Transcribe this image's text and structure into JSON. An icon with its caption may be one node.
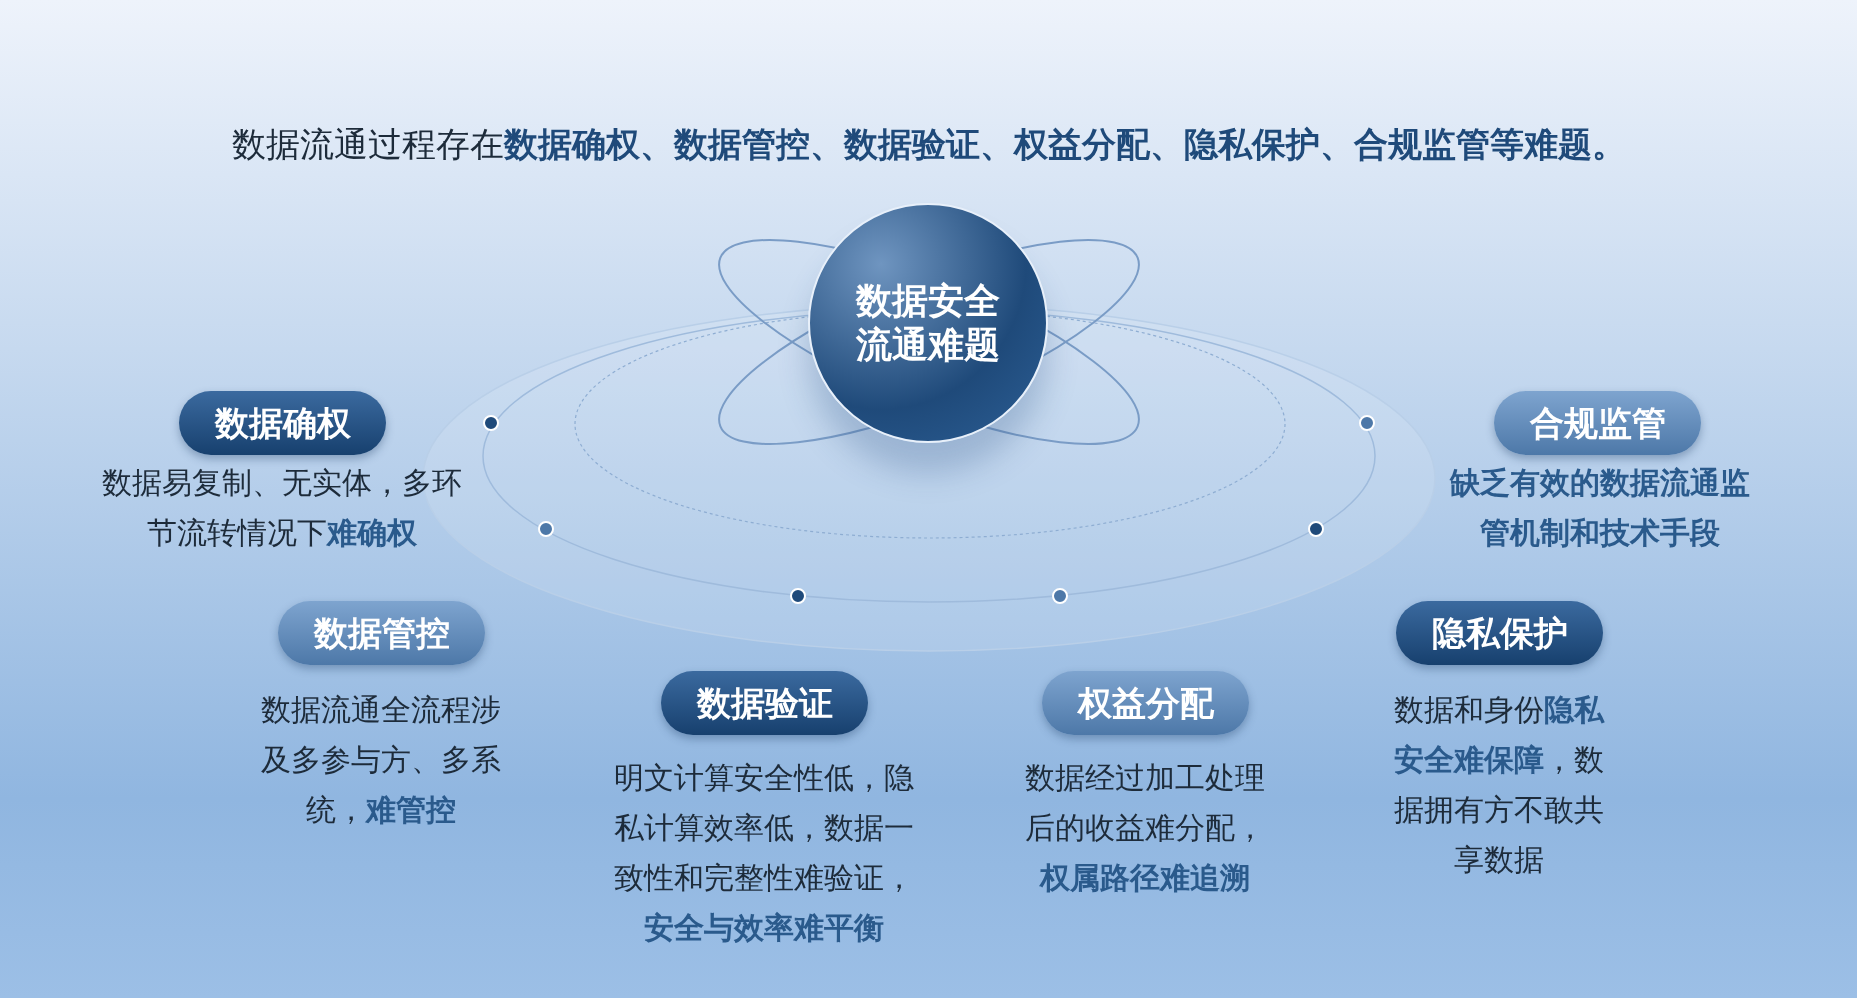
{
  "diagram": {
    "title": "数据流通过程存在**数据确权、数据管控、数据验证、权益分配、隐私保护、合规监管等难题。**",
    "nodes": [
      {
        "text": [
          "数据安全流通难题"
        ]
      },
      {
        "text": [
          "数据确权"
        ],
        "beside": [
          "数据易复制、无实体，多环节流转情况下**难确权**"
        ]
      },
      {
        "text": [
          "合规监管"
        ],
        "beside": [
          "缺乏有效的数据流通监管机制和技术手段"
        ]
      },
      {
        "text": [
          "数据管控"
        ],
        "beside": [
          "数据流通全流程涉及多参与方、多系统，**难管控**"
        ]
      },
      {
        "text": [
          "隐私保护"
        ],
        "beside": [
          "数据和身份**隐私安全难保障**，数据拥有方不敢共享数据"
        ]
      },
      {
        "text": [
          "数据验证"
        ],
        "beside": [
          "明文计算安全性低，隐私计算效率低，数据一致性和完整性难验证，**安全与效率难平衡**"
        ]
      },
      {
        "text": [
          "权益分配"
        ],
        "beside": [
          "数据经过加工处理后的收益难分配，**权属路径难追溯**"
        ]
      }
    ],
    "edges": []
  }
}
